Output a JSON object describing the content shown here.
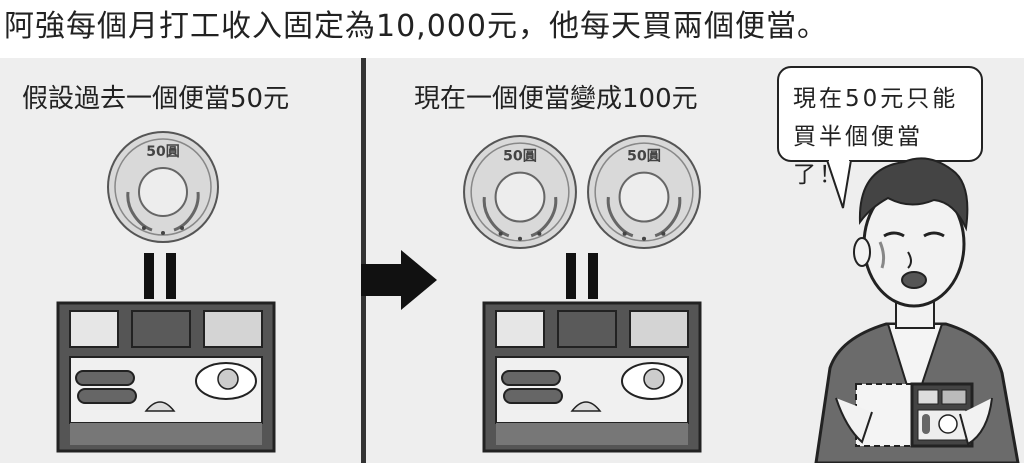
{
  "headline": "阿強每個月打工收入固定為10,000元，他每天買兩個便當。",
  "panel_left": {
    "caption": "假設過去一個便當50元",
    "coin_label": "50圓"
  },
  "panel_right": {
    "caption": "現在一個便當變成100元",
    "coin_label": "50圓",
    "speech_line1": "現在50元只能",
    "speech_line2": "買半個便當了！"
  },
  "colors": {
    "panel_bg": "#eeeeee",
    "divider": "#333333",
    "ink": "#222222"
  },
  "icons": [
    "coin-50-icon",
    "equals-icon",
    "bento-box-icon",
    "arrow-right-icon",
    "crying-man-icon",
    "half-bento-icon"
  ]
}
